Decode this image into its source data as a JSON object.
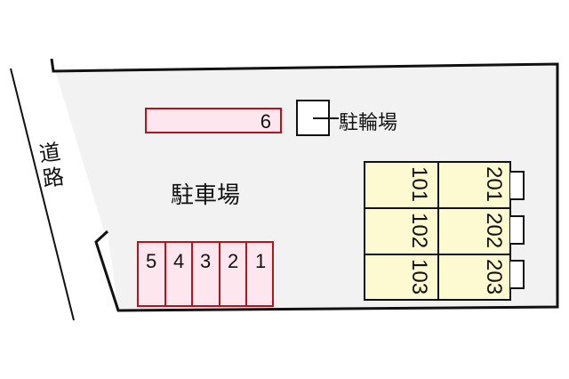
{
  "road": {
    "label_char_1": "道",
    "label_char_2": "路"
  },
  "parking_lot": {
    "label": "駐車場"
  },
  "bicycle_parking": {
    "label": "駐輪場"
  },
  "parking_spaces": [
    {
      "number": "6"
    },
    {
      "number": "5"
    },
    {
      "number": "4"
    },
    {
      "number": "3"
    },
    {
      "number": "2"
    },
    {
      "number": "1"
    }
  ],
  "building": {
    "units": [
      {
        "number": "101"
      },
      {
        "number": "102"
      },
      {
        "number": "103"
      },
      {
        "number": "201"
      },
      {
        "number": "202"
      },
      {
        "number": "203"
      }
    ]
  },
  "colors": {
    "site_fill": "#f2f2f2",
    "parking_fill": "#fde6ee",
    "parking_border": "#b4141e",
    "building_fill": "#fdf9d0",
    "outline": "#111111"
  }
}
